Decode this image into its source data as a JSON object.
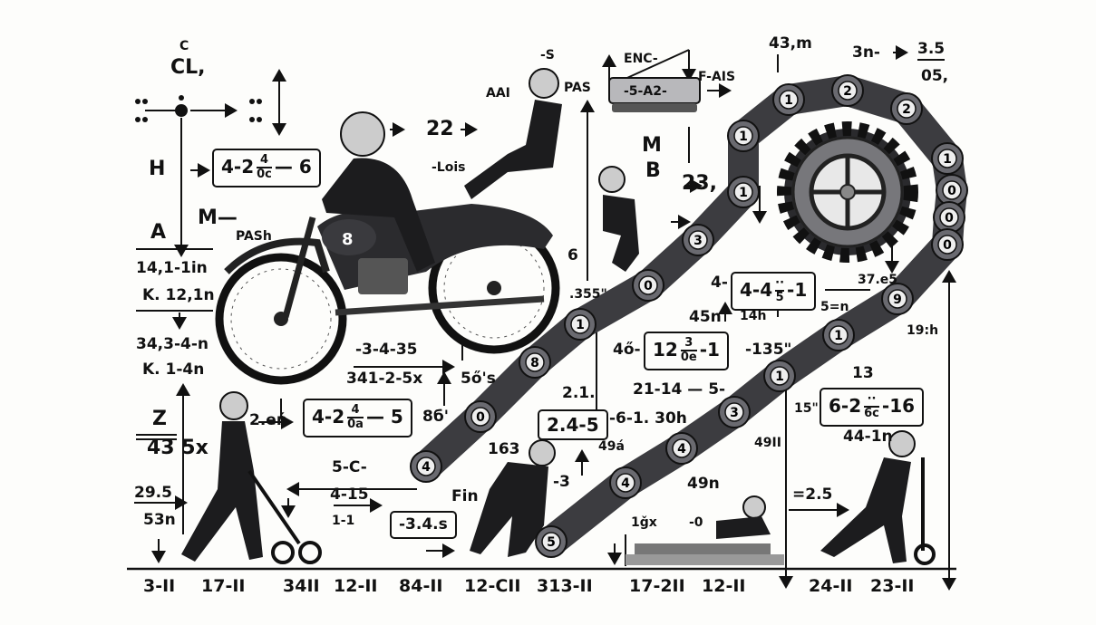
{
  "labels": {
    "c_sup": "C",
    "cl": "CL,",
    "h": "H",
    "a": "A",
    "m_dash": "M—",
    "pash": "PASh",
    "r1a": "14,1-1in",
    "r1b": "K. 12,1n",
    "r2a": "34,3-4-n",
    "r2b": "K. 1-4n",
    "z": "Z",
    "n43": "43 5x",
    "n295": "29.5",
    "n53": "53n",
    "a1": "-3-4-35",
    "a2": "341-2-5x",
    "a3": "5ő's",
    "a4": "8б'",
    "a5": "2.eń",
    "c5": "5-C-",
    "n415": "4-15",
    "n11": "1-1",
    "fin": "Fin",
    "n163": "163",
    "m3": "-3",
    "n22": "22",
    "lois": "-Lois",
    "aai": "AAI",
    "s": "-S",
    "pas": "PAS",
    "enc": "ENC-",
    "fais": "F-AIS",
    "plate": "-5-A2-",
    "m": "M",
    "b": "B",
    "n23": "23,",
    "n6": "6",
    "n355": ".355\"",
    "n43m": "43,m",
    "n3n": "3n-",
    "n35": "3.5",
    "n05": "05,",
    "n4": "4-",
    "n37": "37.e5",
    "n5n": "5=n",
    "n14h": "14h",
    "n45n": "45n",
    "n19h": "19:h",
    "n4o": "4ő-",
    "n135": "-135\"",
    "n21": "2.1.",
    "n2114": "21-14 — 5-",
    "n61": "-6-1. 30h",
    "n49a": "49á",
    "n49n": "49n",
    "n49ii": "49II",
    "n13": "13",
    "n15": "15\"",
    "n441": "44-1n",
    "n13x": "1ǧx",
    "n25": "=2.5",
    "zero": "-0"
  },
  "boxes": {
    "b1": {
      "pre": "4-2",
      "num": "4",
      "den": "0c",
      "post": "— 6"
    },
    "b2": {
      "pre": "4-2",
      "num": "4",
      "den": "0a",
      "post": "— 5"
    },
    "b3": {
      "pre": "-3.4.s"
    },
    "b4": {
      "pre": "4-4",
      "num": "··",
      "den": "5",
      "post": "-1"
    },
    "b5": {
      "pre": "12",
      "num": "3",
      "den": "0e",
      "post": "-1"
    },
    "b6": {
      "pre": "2.4-5"
    },
    "b7": {
      "pre": "6-2",
      "num": "··",
      "den": "6c",
      "post": "-16"
    }
  },
  "axis_labels": [
    "3-II",
    "17-II",
    "34II",
    "12-II",
    "84-II",
    "12-CII",
    "313-II",
    "17-2II",
    "12-II",
    "24-II",
    "23-II"
  ],
  "chain_links": [
    "4",
    "0",
    "8",
    "1",
    "0",
    "3",
    "1",
    "1",
    "1",
    "2",
    "2",
    "1",
    "0",
    "0",
    "0",
    "9",
    "1",
    "1",
    "3",
    "4",
    "4",
    "5"
  ],
  "bike_tank_number": "8"
}
